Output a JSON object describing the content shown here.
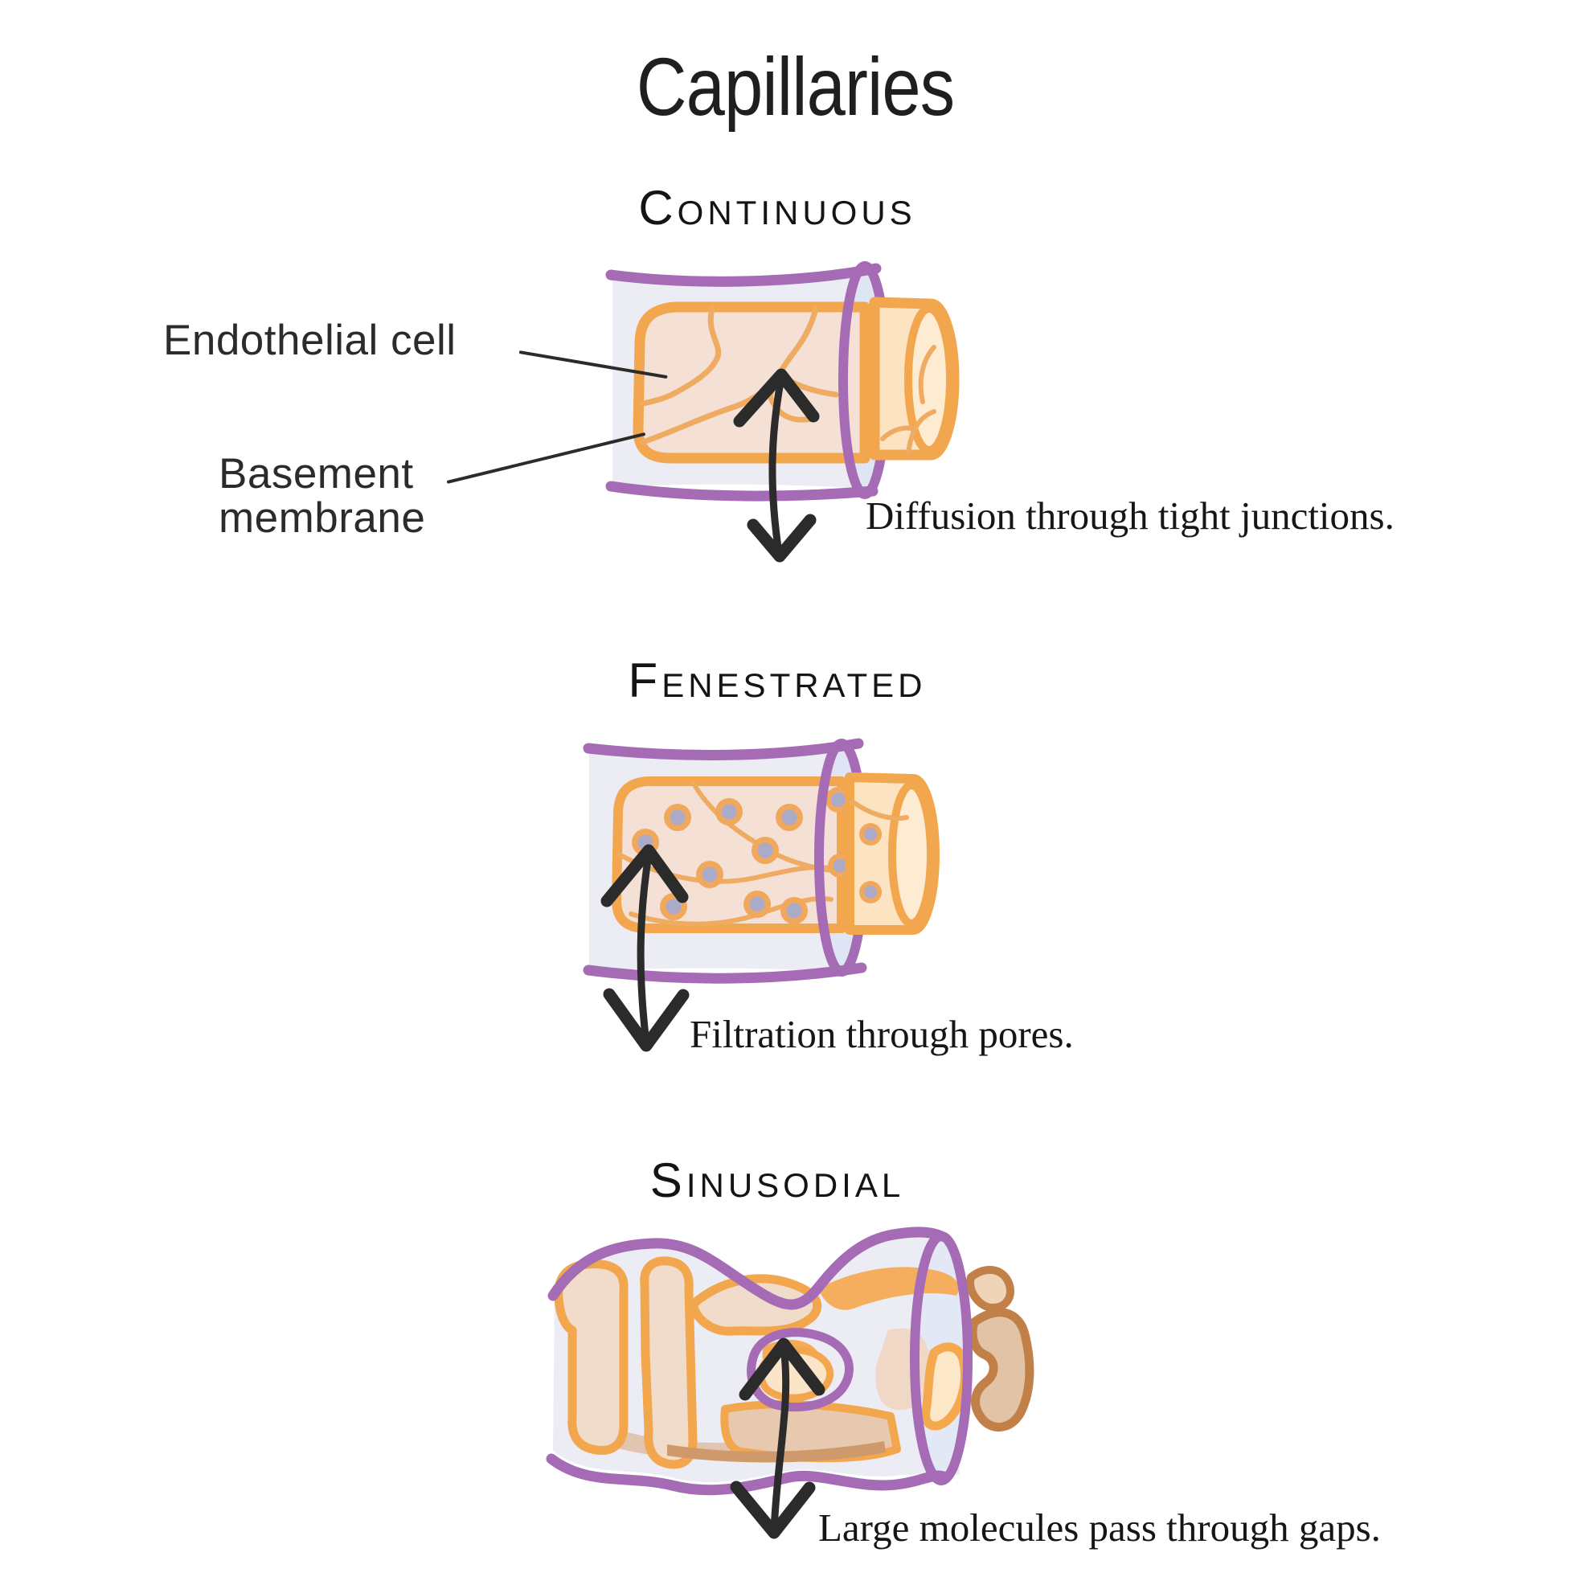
{
  "title": "Capillaries",
  "sections": [
    {
      "id": "continuous",
      "heading": "Continuous",
      "annotation": "Diffusion through tight junctions."
    },
    {
      "id": "fenestrated",
      "heading": "Fenestrated",
      "annotation": "Filtration through pores."
    },
    {
      "id": "sinusodial",
      "heading": "Sinusodial",
      "annotation": "Large molecules pass through gaps."
    }
  ],
  "labels": {
    "endothelial_cell": "Endothelial cell",
    "basement_membrane": "Basement membrane"
  },
  "palette": {
    "purple_membrane": "#A56CB5",
    "lavender_fill": "#ECECF4",
    "lumen_blue": "#DFE5F4",
    "orange_border": "#F2A74F",
    "junction_orange": "#EFAB62",
    "cell_fill": "#F4E0D5",
    "tube_fill": "#FCE3C2",
    "tube_end_fill": "#FDEBD2",
    "pore_center_gray": "#ABABC9",
    "sinusoid_tan": "#F1DCCB",
    "sinusoid_brown": "#C28049",
    "ink": "#2B2B2B"
  }
}
